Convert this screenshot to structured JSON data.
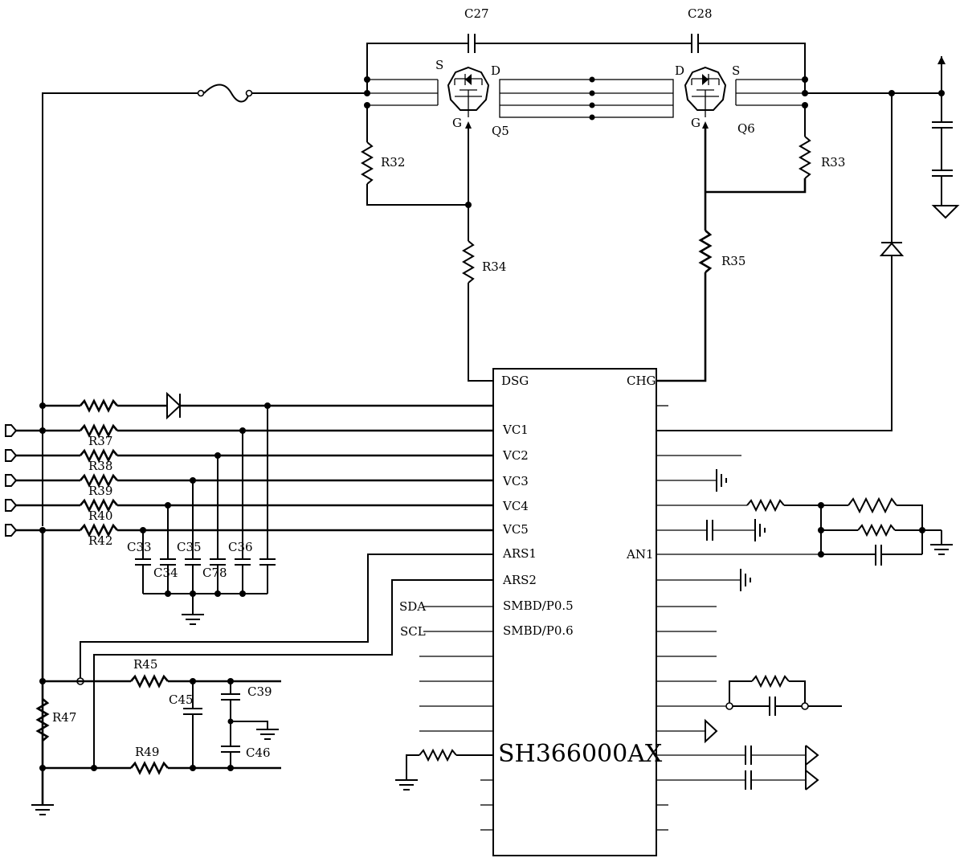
{
  "ic": {
    "name": "SH366000AX",
    "pins_left": [
      "DSG",
      "VC1",
      "VC2",
      "VC3",
      "VC4",
      "VC5",
      "ARS1",
      "ARS2",
      "SMBD/P0.5",
      "SMBD/P0.6"
    ],
    "pins_right": [
      "CHG",
      "AN1"
    ]
  },
  "nets": {
    "sda": "SDA",
    "scl": "SCL"
  },
  "mosfets": {
    "q5": {
      "ref": "Q5",
      "s": "S",
      "d": "D",
      "g": "G"
    },
    "q6": {
      "ref": "Q6",
      "s": "S",
      "d": "D",
      "g": "G"
    }
  },
  "capacitors": [
    "C27",
    "C28",
    "C33",
    "C34",
    "C35",
    "C78",
    "C36",
    "C45",
    "C39",
    "C46"
  ],
  "resistors": [
    "R32",
    "R33",
    "R34",
    "R35",
    "R37",
    "R38",
    "R39",
    "R40",
    "R42",
    "R45",
    "R47",
    "R49"
  ]
}
